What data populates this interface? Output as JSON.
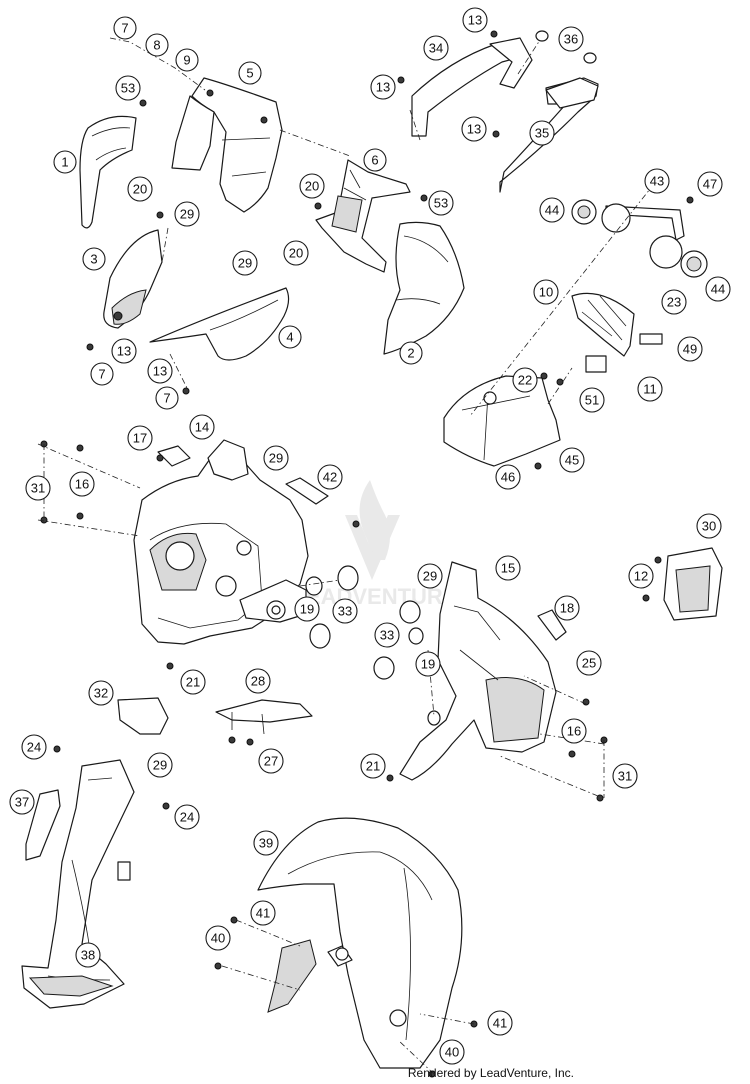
{
  "credit": "Rendered by LeadVenture, Inc.",
  "watermark_text": "LEADVENTURE",
  "callout_labels": {
    "c7a": "7",
    "c8": "8",
    "c9": "9",
    "c5": "5",
    "c53a": "53",
    "c1": "1",
    "c20a": "20",
    "c29a": "29",
    "c3": "3",
    "c13a": "13",
    "c7b": "7",
    "c29b": "29",
    "c20b": "20",
    "c4": "4",
    "c13b": "13",
    "c7c": "7",
    "c6": "6",
    "c20c": "20",
    "c53b": "53",
    "c2": "2",
    "c13c": "13",
    "c34": "34",
    "c36": "36",
    "c13d": "13",
    "c13e": "13",
    "c35": "35",
    "c43": "43",
    "c47": "47",
    "c44a": "44",
    "c44b": "44",
    "c10": "10",
    "c23": "23",
    "c49": "49",
    "c22": "22",
    "c51": "51",
    "c11": "11",
    "c46": "46",
    "c45": "45",
    "c17": "17",
    "c14": "14",
    "c29c": "29",
    "c42": "42",
    "c31a": "31",
    "c16a": "16",
    "c19a": "19",
    "c33a": "33",
    "c21a": "21",
    "c30": "30",
    "c12": "12",
    "c29d": "29",
    "c15": "15",
    "c18": "18",
    "c33b": "33",
    "c25": "25",
    "c19b": "19",
    "c16b": "16",
    "c31b": "31",
    "c21b": "21",
    "c32": "32",
    "c28": "28",
    "c27": "27",
    "c24a": "24",
    "c29e": "29",
    "c24b": "24",
    "c37": "37",
    "c38": "38",
    "c39": "39",
    "c41a": "41",
    "c40a": "40",
    "c41b": "41",
    "c40b": "40"
  }
}
